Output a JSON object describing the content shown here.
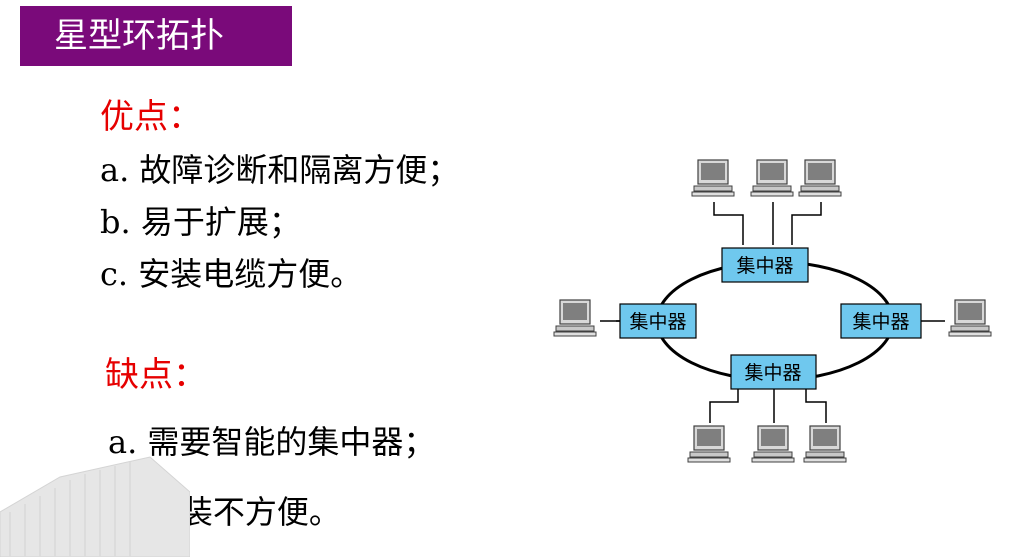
{
  "slide": {
    "title": "星型环拓扑",
    "advantages": {
      "heading": "优点：",
      "items": [
        "a. 故障诊断和隔离方便；",
        "b. 易于扩展；",
        "c. 安装电缆方便。"
      ]
    },
    "disadvantages": {
      "heading": "缺点：",
      "items": [
        "a. 需要智能的集中器；",
        "b. 安装不方便。"
      ]
    }
  },
  "diagram": {
    "hub_label": "集中器",
    "hubs": [
      {
        "id": "top",
        "label": "集中器"
      },
      {
        "id": "left",
        "label": "集中器"
      },
      {
        "id": "right",
        "label": "集中器"
      },
      {
        "id": "bottom",
        "label": "集中器"
      }
    ],
    "colors": {
      "hub_fill": "#6fc8ee",
      "title_bg": "#7a0a7a",
      "heading": "#e60000"
    },
    "icons": [
      "computer-icon"
    ]
  }
}
